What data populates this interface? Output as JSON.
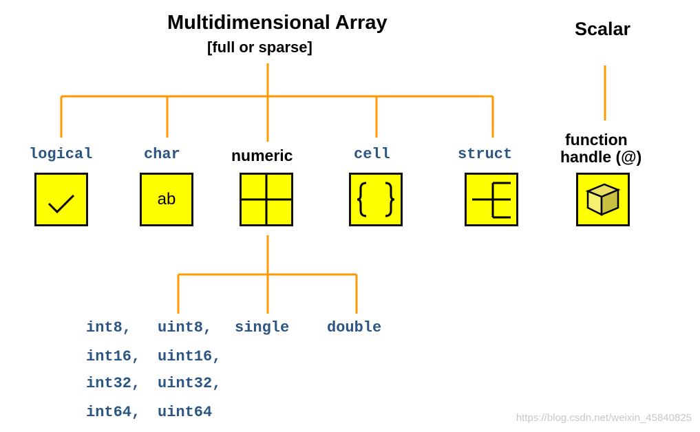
{
  "titles": {
    "multidimensional": "Multidimensional Array",
    "full_or_sparse": "[full or sparse]",
    "scalar": "Scalar"
  },
  "classes": {
    "logical": "logical",
    "char": "char",
    "numeric": "numeric",
    "cell": "cell",
    "struct": "struct",
    "function_handle_line1": "function",
    "function_handle_line2": "handle (@)"
  },
  "icons": {
    "logical": "checkmark-icon",
    "char": "ab-text-icon",
    "char_text": "ab",
    "numeric": "grid-icon",
    "cell": "curly-braces-icon",
    "struct": "struct-branch-icon",
    "function_handle": "cube-icon"
  },
  "numeric_types": {
    "row1": [
      "int8,",
      "uint8,",
      "single",
      "double"
    ],
    "row2": [
      "int16,",
      "uint16,"
    ],
    "row3": [
      "int32,",
      "uint32,"
    ],
    "row4": [
      "int64,",
      "uint64"
    ]
  },
  "watermark": "https://blog.csdn.net/weixin_45840825",
  "colors": {
    "connector": "#ff9900",
    "box_fill": "#ffff00",
    "type_label": "#2b5583"
  }
}
